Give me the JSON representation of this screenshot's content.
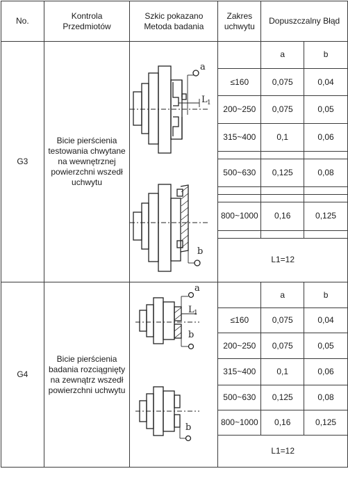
{
  "header": {
    "no": "No.",
    "item": "Kontrola\nPrzedmiotów",
    "sketch": "Szkic pokazano\nMetoda badania",
    "range": "Zakres\nuchwytu",
    "error": "Dopuszczalny Błąd"
  },
  "sections": [
    {
      "no": "G3",
      "description": "Bicie pierścienia\ntestowania chwytane\nna wewnętrznej\npowierzchni wszedł\nuchwytu",
      "col_a": "a",
      "col_b": "b",
      "rows": [
        {
          "range": "≤160",
          "a": "0,075",
          "b": "0,04"
        },
        {
          "range": "200~250",
          "a": "0,075",
          "b": "0,05"
        },
        {
          "range": "315~400",
          "a": "0,1",
          "b": "0,06"
        },
        {
          "range": "500~630",
          "a": "0,125",
          "b": "0,08"
        },
        {
          "range": "800~1000",
          "a": "0,16",
          "b": "0,125"
        }
      ],
      "note": "L1=12",
      "sketch_labels": {
        "a": "a",
        "l": "L",
        "l_sub": "1",
        "b": "b"
      }
    },
    {
      "no": "G4",
      "description": "Bicie pierścienia\nbadania rozciągnięty\nna zewnątrz wszedł\npowierzchni uchwytu",
      "col_a": "a",
      "col_b": "b",
      "rows": [
        {
          "range": "≤160",
          "a": "0,075",
          "b": "0,04"
        },
        {
          "range": "200~250",
          "a": "0,075",
          "b": "0,05"
        },
        {
          "range": "315~400",
          "a": "0,1",
          "b": "0,06"
        },
        {
          "range": "500~630",
          "a": "0,125",
          "b": "0,08"
        },
        {
          "range": "800~1000",
          "a": "0,16",
          "b": "0,125"
        }
      ],
      "note": "L1=12",
      "sketch_labels": {
        "a": "a",
        "l": "L",
        "l_sub": "1",
        "b1": "b",
        "b2": "b"
      }
    }
  ]
}
